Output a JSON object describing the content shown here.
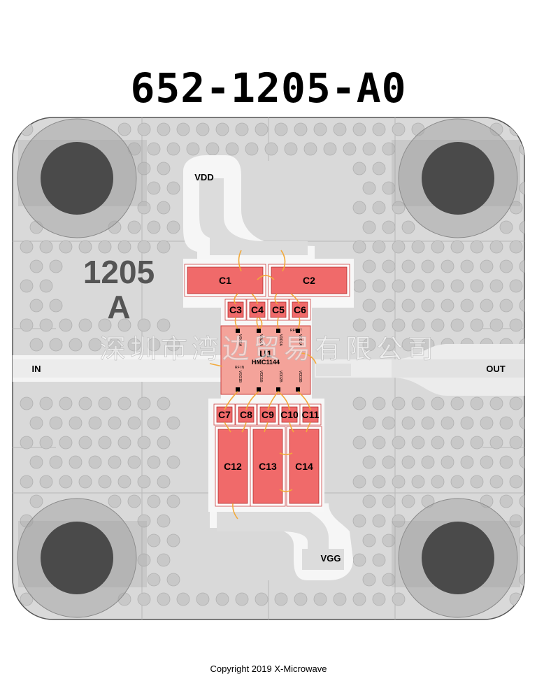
{
  "title": "652-1205-A0",
  "copyright": "Copyright 2019 X-Microwave",
  "board_mark": {
    "line1": "1205",
    "line2": "A"
  },
  "ports": {
    "vdd": "VDD",
    "vgg": "VGG",
    "in": "IN",
    "out": "OUT"
  },
  "chip": {
    "label": "HMC1144",
    "ref": "U1",
    "pins_top": [
      "VGG1A",
      "VDD1A",
      "VDD2A",
      "VDD3A"
    ],
    "pins_bottom": [
      "VGG1B",
      "VDD1B",
      "VDD2B",
      "VDD3B"
    ],
    "rf_in": "RF IN",
    "rf_out": "RFOUT"
  },
  "components": [
    "C1",
    "C2",
    "C3",
    "C4",
    "C5",
    "C6",
    "C7",
    "C8",
    "C9",
    "C10",
    "C11",
    "C12",
    "C13",
    "C14"
  ],
  "watermark": "深圳市湾边贸易有限公司",
  "colors": {
    "pad": "#f06a6a",
    "board": "#d8d8d8",
    "trace": "#ececec",
    "wire": "#f2a93b"
  }
}
